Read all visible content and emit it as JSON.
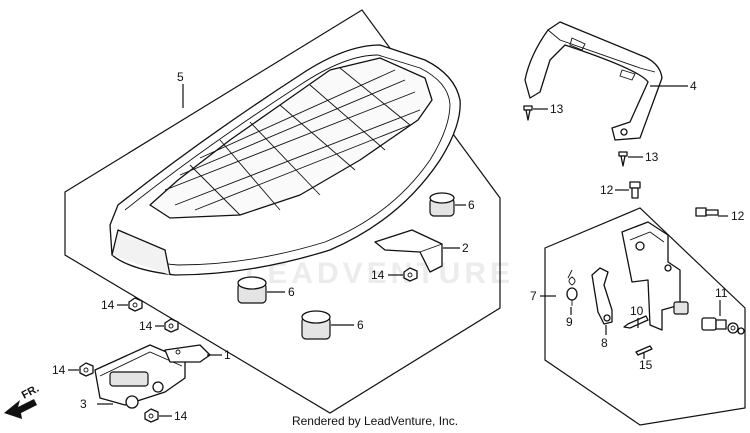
{
  "credit": "Rendered by LeadVenture, Inc.",
  "watermark": "LEADVENTURE",
  "front_arrow": "FR.",
  "callouts": {
    "c5": "5",
    "c4": "4",
    "c13a": "13",
    "c13b": "13",
    "c12a": "12",
    "c12b": "12",
    "c6a": "6",
    "c6b": "6",
    "c6c": "6",
    "c2": "2",
    "c14a": "14",
    "c14b": "14",
    "c14c": "14",
    "c14d": "14",
    "c14e": "14",
    "c1": "1",
    "c3": "3",
    "c7": "7",
    "c9": "9",
    "c8": "8",
    "c10": "10",
    "c11": "11",
    "c15": "15"
  }
}
